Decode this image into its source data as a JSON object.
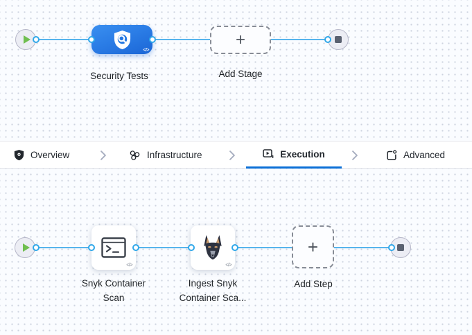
{
  "colors": {
    "flow_line": "#56b4ec",
    "connector_ring": "#2fa7e9",
    "stage_node_blue_start": "#3a8ff0",
    "stage_node_blue_end": "#1b66d6",
    "active_tab_underline": "#0b6fd6",
    "play_triangle_green": "#6fbe4f",
    "end_node_square": "#5a6170",
    "canvas_background": "#fafcff"
  },
  "top_flow": {
    "stage": {
      "label": "Security Tests",
      "icon": "security-shield-scan-icon",
      "code_glyph": "</>"
    },
    "add_stage": {
      "label": "Add Stage",
      "plus": "+"
    }
  },
  "tab_bar": {
    "tabs": [
      {
        "label": "Overview",
        "icon": "shield-gear-icon",
        "active": false
      },
      {
        "label": "Infrastructure",
        "icon": "nodes-cluster-icon",
        "active": false
      },
      {
        "label": "Execution",
        "icon": "play-box-icon",
        "active": true
      },
      {
        "label": "Advanced",
        "icon": "box-gear-icon",
        "active": false
      }
    ]
  },
  "bottom_flow": {
    "steps": [
      {
        "label_line1": "Snyk Container",
        "label_line2": "Scan",
        "icon": "terminal-icon",
        "code_glyph": "</>"
      },
      {
        "label_line1": "Ingest Snyk",
        "label_line2": "Container Sca...",
        "icon": "snyk-doberman-icon",
        "code_glyph": "</>"
      }
    ],
    "add_step": {
      "label": "Add Step",
      "plus": "+"
    }
  }
}
